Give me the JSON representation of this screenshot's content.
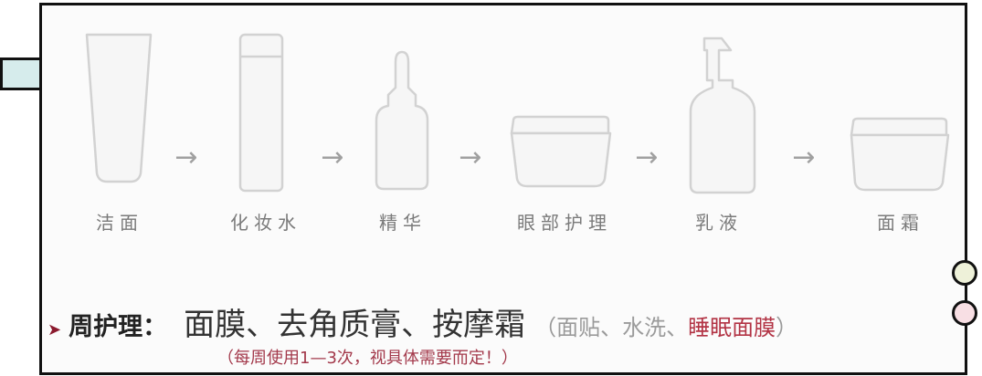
{
  "steps": [
    {
      "label": "洁面",
      "icon": "cleanser-tube-icon"
    },
    {
      "label": "化妆水",
      "icon": "toner-bottle-icon"
    },
    {
      "label": "精华",
      "icon": "serum-dropper-bottle-icon"
    },
    {
      "label": "眼部护理",
      "icon": "eye-cream-jar-icon"
    },
    {
      "label": "乳液",
      "icon": "lotion-pump-bottle-icon"
    },
    {
      "label": "面霜",
      "icon": "face-cream-jar-icon"
    }
  ],
  "arrow_glyph": "→",
  "week": {
    "marker": "➤",
    "heading": "周护理：",
    "items": "面膜、去角质膏、按摩霜",
    "paren_open": "（面贴、水洗、",
    "highlight": "睡眠面膜",
    "paren_close": "）",
    "note": "（每周使用1—3次，视具体需要而定！）"
  },
  "colors": {
    "frame_border": "#111111",
    "tab_fill": "#d6ecec",
    "dot_top_fill": "#eef1d9",
    "dot_bottom_fill": "#f8dfe4",
    "accent": "#b23344",
    "label_gray": "#7a7a7a",
    "product_fill": "#f6f6f6",
    "product_stroke": "#d2d2d2"
  }
}
